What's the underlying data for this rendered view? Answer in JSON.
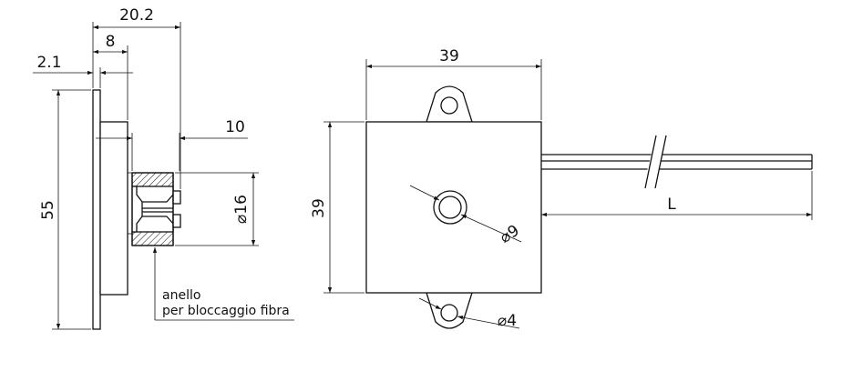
{
  "dimensions": {
    "side_depth_total": "20.2",
    "side_depth_plate": "8",
    "side_flange": "2.1",
    "side_height": "55",
    "ring_length": "10",
    "ring_diameter": "⌀16",
    "front_width": "39",
    "front_height": "39",
    "center_hole": "⌀9",
    "mount_hole": "⌀4",
    "cable_length": "L"
  },
  "annotation": {
    "line1": "anello",
    "line2": "per bloccaggio fibra"
  },
  "colors": {
    "line": "#111111",
    "background": "#ffffff"
  }
}
